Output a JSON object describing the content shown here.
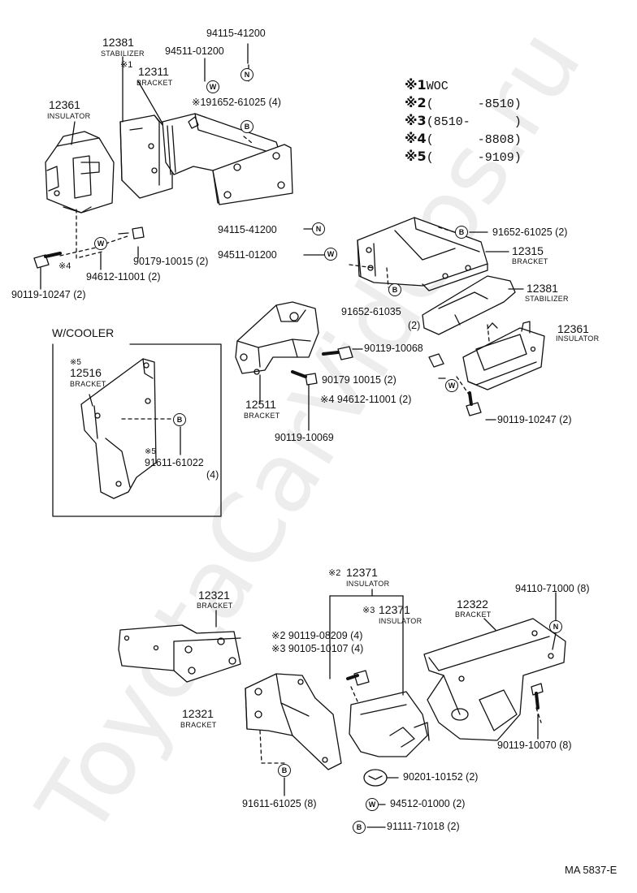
{
  "watermark": "ToyotaCarVideos.ru",
  "doc_id": "MA 5837-E",
  "legend": [
    {
      "mark": "※1",
      "text": "WOC"
    },
    {
      "mark": "※2",
      "text": "(      -8510)"
    },
    {
      "mark": "※3",
      "text": "(8510-      )"
    },
    {
      "mark": "※4",
      "text": "(      -8808)"
    },
    {
      "mark": "※5",
      "text": "(      -9109)"
    }
  ],
  "symbols": {
    "n": "N",
    "w": "W",
    "b": "B"
  },
  "labels": {
    "p12381a_num": "12381",
    "p12381a_name": "STABILIZER",
    "p94115a": "94115-41200",
    "p94511a": "94511-01200",
    "p12311_mark": "※1",
    "p12311_num": "12311",
    "p12311_name": "BRACKET",
    "p91652a": "※191652-61025 (4)",
    "p12361a_num": "12361",
    "p12361a_name": "INSULATOR",
    "p90179a": "90179-10015 (2)",
    "p94612a_mark": "※4",
    "p94612a": "94612-11001 (2)",
    "p90119a": "90119-10247 (2)",
    "p94115b": "94115-41200",
    "p94511b": "94511-01200",
    "p91652b": "91652-61025 (2)",
    "p12315_num": "12315",
    "p12315_name": "BRACKET",
    "p12381b_num": "12381",
    "p12381b_name": "STABILIZER",
    "p91652c": "91652-61035",
    "p91652c_qty": "(2)",
    "p12361b_num": "12361",
    "p12361b_name": "INSULATOR",
    "p90119b": "90119-10068",
    "p90179b": "90179 10015 (2)",
    "p94612b": "※4 94612-11001 (2)",
    "p90119c": "90119-10247 (2)",
    "p12511_num": "12511",
    "p12511_name": "BRACKET",
    "p90119d": "90119-10069",
    "wcooler": "W/COOLER",
    "p12516_mark": "※5",
    "p12516_num": "12516",
    "p12516_name": "BRACKET",
    "p91611a_mark": "※5",
    "p91611a": "91611-61022",
    "p91611a_qty": "(4)",
    "p12371a_mark": "※2",
    "p12371a_num": "12371",
    "p12371a_name": "INSULATOR",
    "p12371b_mark": "※3",
    "p12371b_num": "12371",
    "p12371b_name": "INSULATOR",
    "p94110": "94110-71000 (8)",
    "p12321a_num": "12321",
    "p12321a_name": "BRACKET",
    "p12322_num": "12322",
    "p12322_name": "BRACKET",
    "p90119e": "※2 90119-08209 (4)",
    "p90105": "※3 90105-10107 (4)",
    "p12321b_num": "12321",
    "p12321b_name": "BRACKET",
    "p90119f": "90119-10070 (8)",
    "p90201": "90201-10152 (2)",
    "p91611b": "91611-61025 (8)",
    "p94512": "94512-01000 (2)",
    "p91111": "91111-71018 (2)"
  }
}
